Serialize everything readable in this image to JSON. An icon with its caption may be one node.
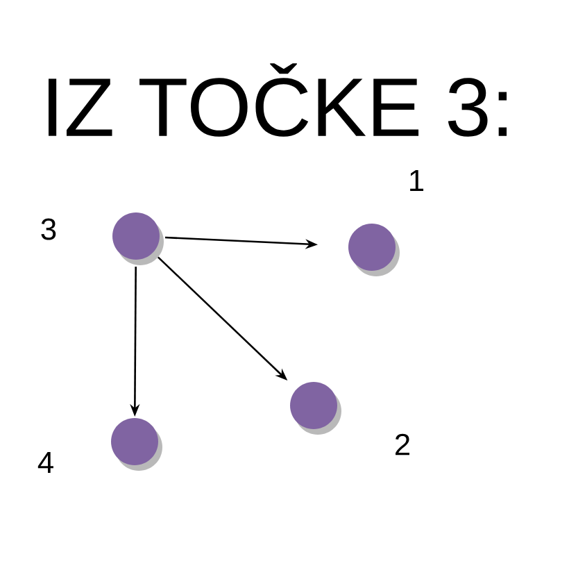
{
  "diagram": {
    "title": "IZ TOČKE 3:",
    "nodes": [
      {
        "text": [],
        "shape": "circle",
        "beside": [
          "3"
        ]
      },
      {
        "text": [],
        "shape": "circle",
        "beside": [
          "1"
        ]
      },
      {
        "text": [],
        "shape": "circle",
        "beside": [
          "2"
        ]
      },
      {
        "text": [],
        "shape": "circle",
        "beside": [
          "4"
        ]
      }
    ],
    "edges": [
      {
        "from": 0,
        "to": 1,
        "arrow": "to"
      },
      {
        "from": 0,
        "to": 2,
        "arrow": "to"
      },
      {
        "from": 0,
        "to": 3,
        "arrow": "to"
      }
    ]
  }
}
